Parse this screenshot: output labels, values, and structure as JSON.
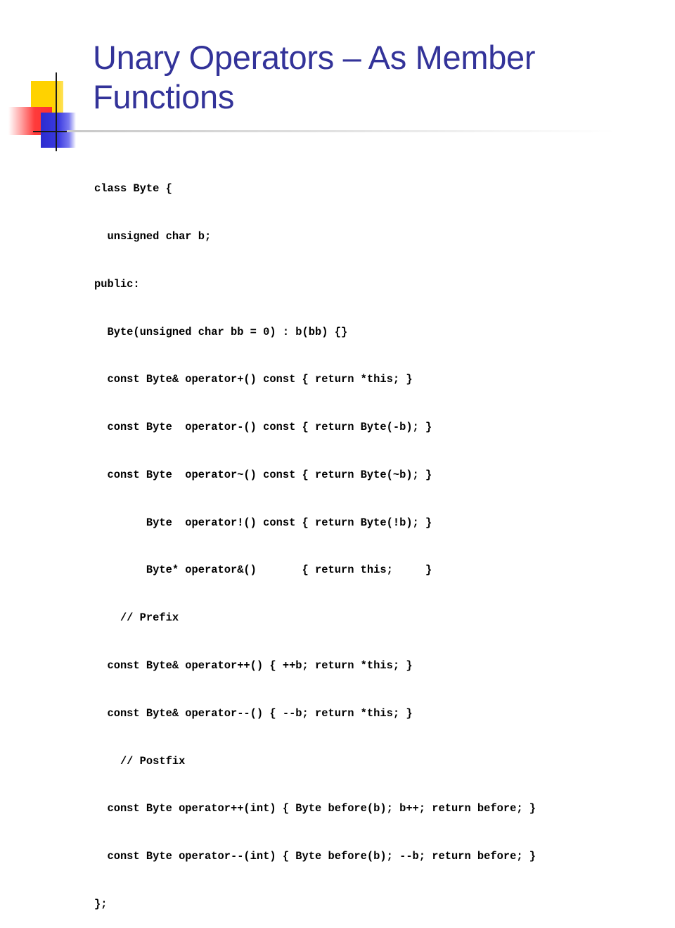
{
  "slide": {
    "title": "Unary Operators – As Member Functions",
    "code_lines": [
      "class Byte {",
      "  unsigned char b;",
      "public:",
      "  Byte(unsigned char bb = 0) : b(bb) {}",
      "  const Byte& operator+() const { return *this; }",
      "  const Byte  operator-() const { return Byte(-b); }",
      "  const Byte  operator~() const { return Byte(~b); }",
      "        Byte  operator!() const { return Byte(!b); }",
      "        Byte* operator&()       { return this;     }",
      "    // Prefix",
      "  const Byte& operator++() { ++b; return *this; }",
      "  const Byte& operator--() { --b; return *this; }",
      "    // Postfix",
      "  const Byte operator++(int) { Byte before(b); b++; return before; }",
      "  const Byte operator--(int) { Byte before(b); --b; return before; }",
      "};"
    ]
  },
  "colors": {
    "title": "#333399",
    "code": "#000000",
    "accent_yellow": "#ffd200",
    "accent_red": "#ff3030",
    "accent_blue": "#2c2ccf"
  }
}
